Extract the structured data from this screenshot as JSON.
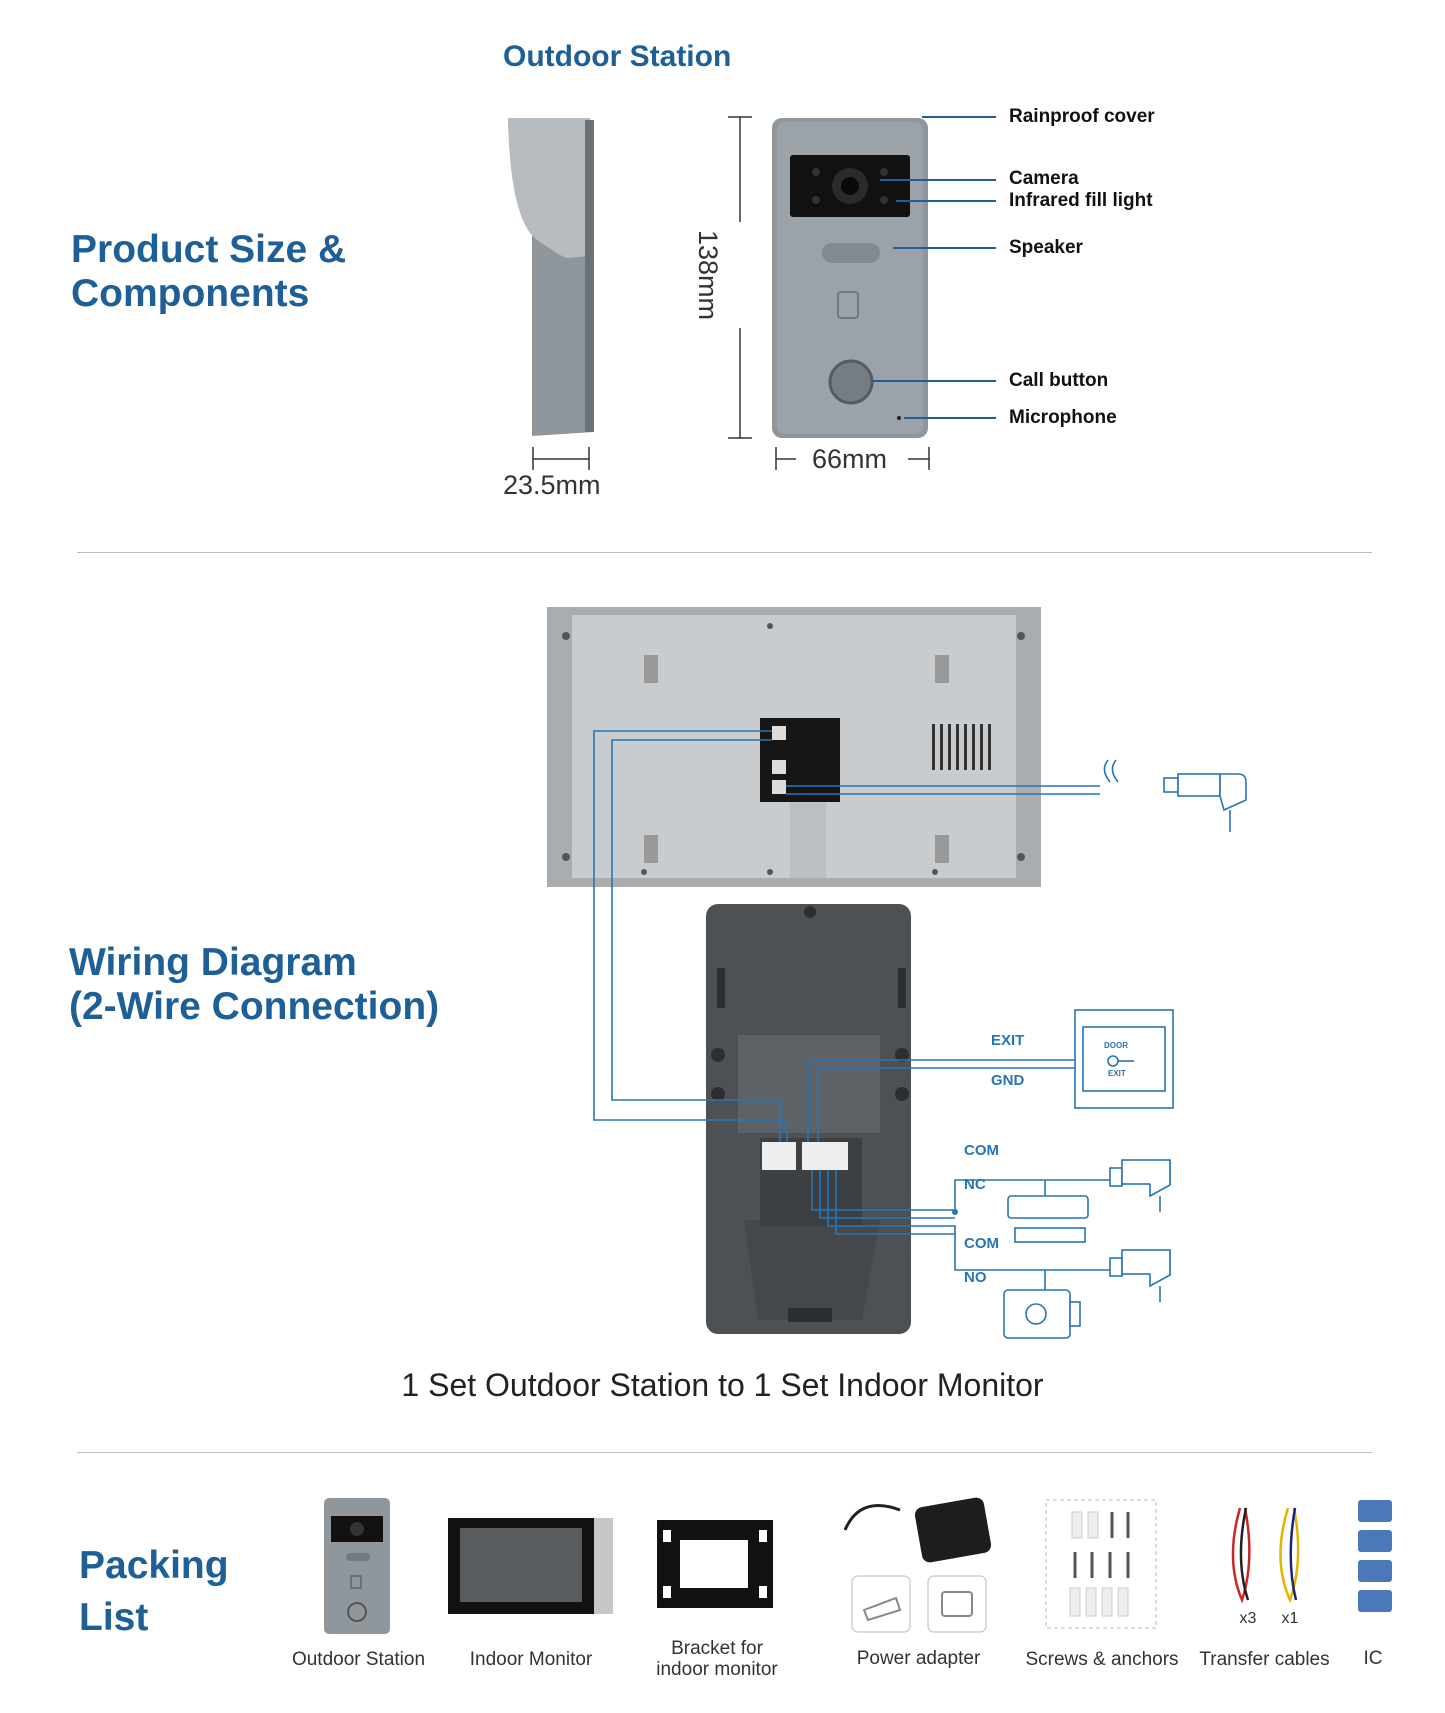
{
  "section1": {
    "heading_line1": "Product Size &",
    "heading_line2": "Components",
    "outdoor_title": "Outdoor Station",
    "dims": {
      "depth": "23.5mm",
      "height": "138mm",
      "width": "66mm"
    },
    "callouts": [
      "Rainproof cover",
      "Camera",
      "Infrared fill light",
      "Speaker",
      "Call button",
      "Microphone"
    ]
  },
  "section2": {
    "heading_line1": "Wiring Diagram",
    "heading_line2": "(2-Wire Connection)",
    "labels": {
      "exit": "EXIT",
      "gnd": "GND",
      "com1": "COM",
      "nc": "NC",
      "com2": "COM",
      "no": "NO",
      "door_exit_top": "DOOR",
      "door_exit_bottom": "EXIT"
    },
    "caption": "1 Set Outdoor Station to 1 Set Indoor Monitor"
  },
  "section3": {
    "heading_line1": "Packing",
    "heading_line2": "List",
    "items": [
      {
        "label": "Outdoor Station"
      },
      {
        "label": "Indoor Monitor"
      },
      {
        "label_line1": "Bracket for",
        "label_line2": "indoor monitor"
      },
      {
        "label": "Power adapter"
      },
      {
        "label": "Screws & anchors"
      },
      {
        "label": "Transfer cables",
        "qty1": "x3",
        "qty2": "x1"
      },
      {
        "label": "IC"
      }
    ]
  },
  "colors": {
    "accent_blue": "#1d5f96",
    "wire_blue": "#2775b5",
    "divider": "#bdbdbd"
  }
}
